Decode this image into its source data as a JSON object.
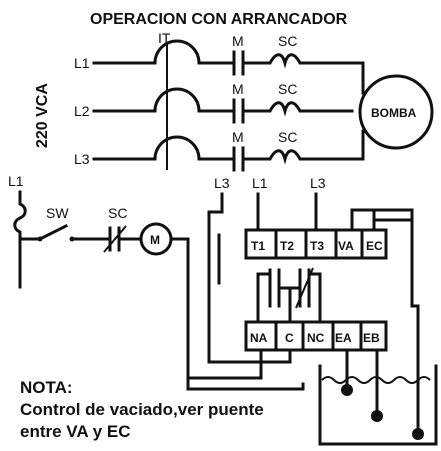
{
  "title": "OPERACION CON ARRANCADOR",
  "voltage_label": "220 VCA",
  "lines": [
    "L1",
    "L2",
    "L3"
  ],
  "labels": {
    "it": "IT",
    "m": "M",
    "sc": "SC",
    "pump": "BOMBA",
    "sw": "SW",
    "motor": "M",
    "ctrl_l1_left": "L1",
    "ctrl_l3": "L3",
    "ctrl_l1": "L1",
    "ctrl_l3b": "L3"
  },
  "top_terminals": [
    "T1",
    "T2",
    "T3",
    "VA",
    "EC"
  ],
  "bottom_terminals": [
    "NA",
    "C",
    "NC",
    "EA",
    "EB"
  ],
  "note": {
    "heading": "NOTA:",
    "line1": "Control de vaciado,ver puente",
    "line2": "entre VA y EC"
  }
}
